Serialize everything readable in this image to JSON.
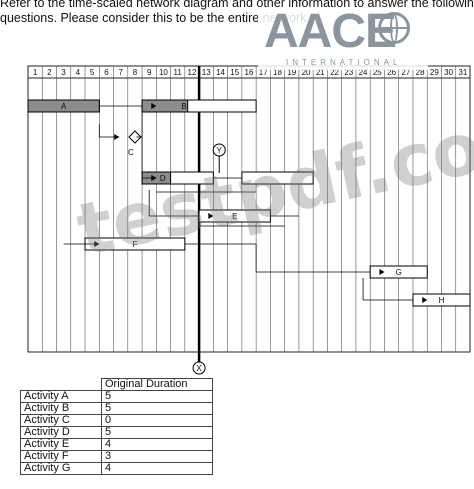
{
  "intro": {
    "line1": "Refer to the time-scaled network diagram and other information to answer the following",
    "line2": "questions. Please consider this to be the entire network."
  },
  "logo": {
    "brand": "AACE",
    "tagline": "INTERNATIONAL"
  },
  "watermark": "testpdf.com",
  "timeline": {
    "columns": [
      "1",
      "2",
      "3",
      "4",
      "5",
      "6",
      "7",
      "8",
      "9",
      "10",
      "11",
      "12",
      "13",
      "14",
      "15",
      "16",
      "17",
      "18",
      "19",
      "20",
      "21",
      "22",
      "23",
      "24",
      "25",
      "26",
      "27",
      "28",
      "29",
      "30",
      "31"
    ]
  },
  "activities": [
    {
      "label": "A",
      "start": 1,
      "end": 5,
      "row": 1
    },
    {
      "label": "B",
      "start": 9,
      "end": 16,
      "row": 1
    },
    {
      "label": "C",
      "start": 7,
      "end": 7,
      "row": 2,
      "milestone": true
    },
    {
      "label": "D",
      "start": 9,
      "end": 13,
      "row": 3
    },
    {
      "label": "",
      "start": 16,
      "end": 20,
      "row": 3
    },
    {
      "label": "E",
      "start": 13,
      "end": 17,
      "row": 4
    },
    {
      "label": "F",
      "start": 5,
      "end": 11,
      "row": 5
    },
    {
      "label": "G",
      "start": 25,
      "end": 28,
      "row": 6
    },
    {
      "label": "H",
      "start": 28,
      "end": 31,
      "row": 7
    }
  ],
  "markers": {
    "top": "Y",
    "bottom": "X"
  },
  "table": {
    "header": "Original Duration",
    "rows": [
      {
        "activity": "Activity A",
        "duration": "5"
      },
      {
        "activity": "Activity B",
        "duration": "5"
      },
      {
        "activity": "Activity C",
        "duration": "0"
      },
      {
        "activity": "Activity D",
        "duration": "5"
      },
      {
        "activity": "Activity E",
        "duration": "4"
      },
      {
        "activity": "Activity F",
        "duration": "3"
      },
      {
        "activity": "Activity G",
        "duration": "4"
      }
    ]
  }
}
